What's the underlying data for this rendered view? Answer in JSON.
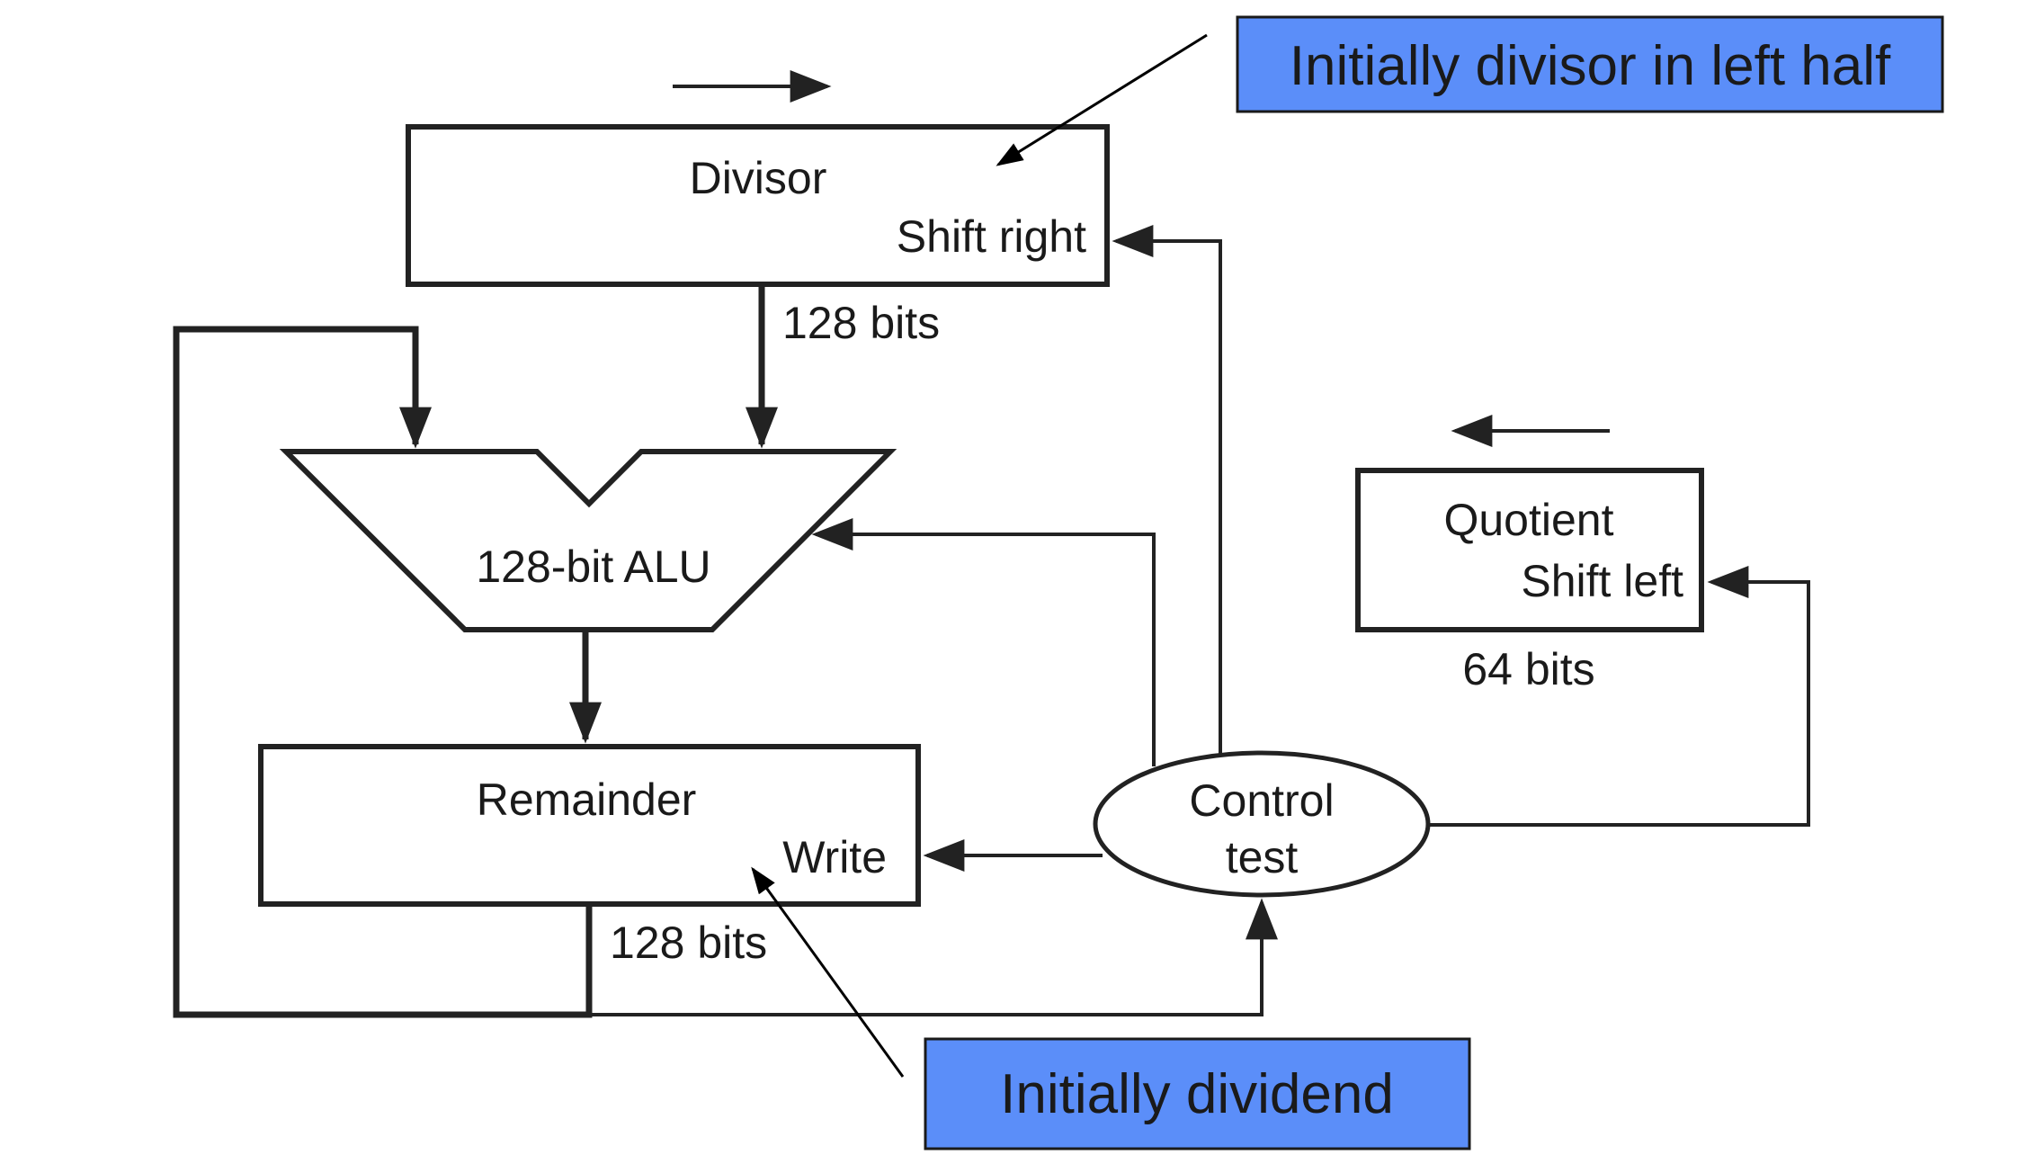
{
  "divisor": {
    "title": "Divisor",
    "operation": "Shift right",
    "width_label": "128 bits"
  },
  "alu": {
    "title": "128-bit ALU"
  },
  "remainder": {
    "title": "Remainder",
    "operation": "Write",
    "width_label": "128 bits"
  },
  "quotient": {
    "title": "Quotient",
    "operation": "Shift left",
    "width_label": "64 bits"
  },
  "control": {
    "line1": "Control",
    "line2": "test"
  },
  "callouts": {
    "divisor_note": "Initially divisor in left half",
    "remainder_note": "Initially dividend"
  },
  "colors": {
    "callout_fill": "#5B8EF9",
    "line": "#222222"
  }
}
